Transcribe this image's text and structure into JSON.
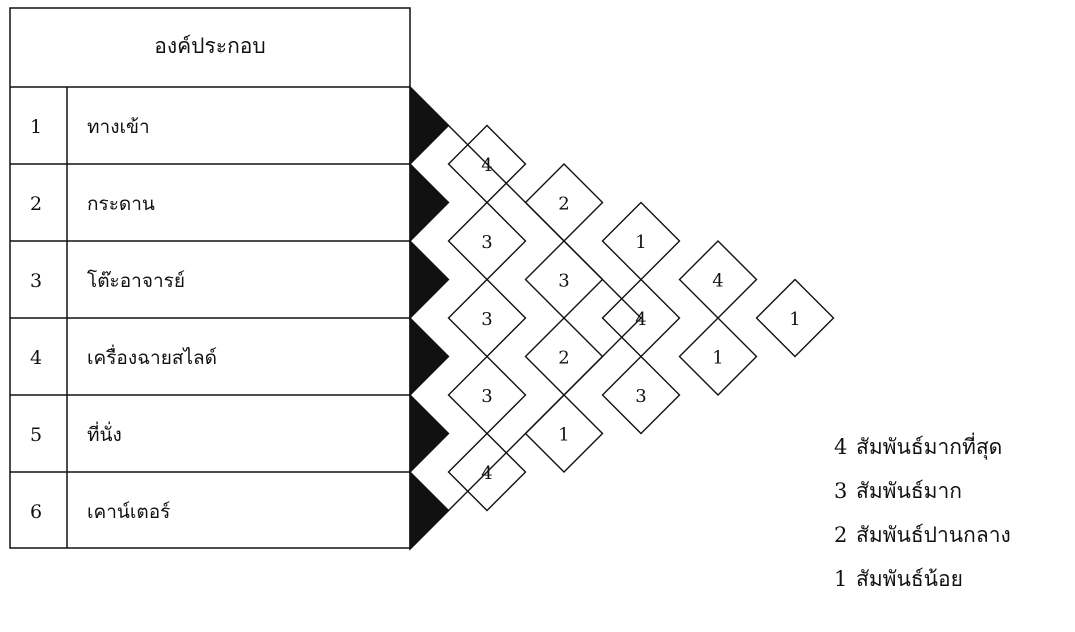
{
  "table": {
    "header": "องค์ประกอบ",
    "rows": [
      {
        "num": "1",
        "label": "ทางเข้า"
      },
      {
        "num": "2",
        "label": "กระดาน"
      },
      {
        "num": "3",
        "label": "โต๊ะอาจารย์"
      },
      {
        "num": "4",
        "label": "เครื่องฉายสไลด์"
      },
      {
        "num": "5",
        "label": "ที่นั่ง"
      },
      {
        "num": "6",
        "label": "เคาน์เตอร์"
      }
    ]
  },
  "relationships": [
    {
      "a": 1,
      "b": 2,
      "value": "4"
    },
    {
      "a": 1,
      "b": 3,
      "value": "2"
    },
    {
      "a": 1,
      "b": 4,
      "value": "1"
    },
    {
      "a": 1,
      "b": 5,
      "value": "4"
    },
    {
      "a": 1,
      "b": 6,
      "value": "1"
    },
    {
      "a": 2,
      "b": 3,
      "value": "3"
    },
    {
      "a": 2,
      "b": 4,
      "value": "3"
    },
    {
      "a": 2,
      "b": 5,
      "value": "4"
    },
    {
      "a": 2,
      "b": 6,
      "value": "1"
    },
    {
      "a": 3,
      "b": 4,
      "value": "3"
    },
    {
      "a": 3,
      "b": 5,
      "value": "2"
    },
    {
      "a": 3,
      "b": 6,
      "value": "3"
    },
    {
      "a": 4,
      "b": 5,
      "value": "3"
    },
    {
      "a": 4,
      "b": 6,
      "value": "1"
    },
    {
      "a": 5,
      "b": 6,
      "value": "4"
    }
  ],
  "legend": [
    {
      "level": "4",
      "text": "สัมพันธ์มากที่สุด"
    },
    {
      "level": "3",
      "text": "สัมพันธ์มาก"
    },
    {
      "level": "2",
      "text": "สัมพันธ์ปานกลาง"
    },
    {
      "level": "1",
      "text": "สัมพันธ์น้อย"
    }
  ],
  "colors": {
    "line": "#111111",
    "fill": "#ffffff",
    "marker": "#111111"
  }
}
